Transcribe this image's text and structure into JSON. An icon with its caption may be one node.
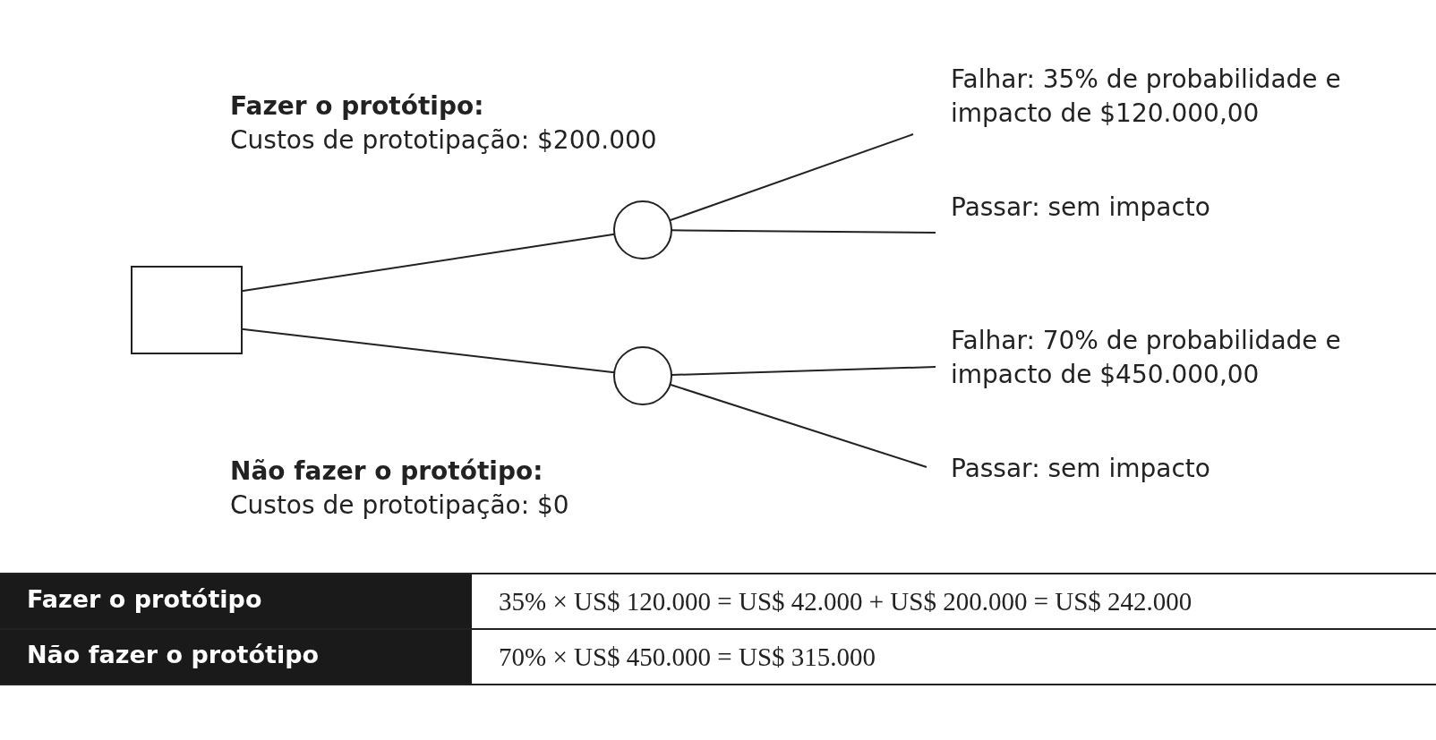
{
  "diagram": {
    "nodes": [
      {
        "text": [],
        "shape": "box"
      },
      {
        "text": [],
        "shape": "circle"
      },
      {
        "text": [],
        "shape": "circle"
      },
      {
        "text": [
          "Falhar: 35% de probabilidade e impacto de $120.000,00"
        ]
      },
      {
        "text": [
          "Passar: sem impacto"
        ]
      },
      {
        "text": [
          "Falhar: 70% de probabilidade e impacto de $450.000,00"
        ]
      },
      {
        "text": [
          "Passar: sem impacto"
        ]
      }
    ],
    "edges": [
      {
        "from": 0,
        "to": 1,
        "arrow": "none",
        "label": "**Fazer o protótipo:** Custos de prototipação: $200.000"
      },
      {
        "from": 0,
        "to": 2,
        "arrow": "none",
        "label": "**Não fazer o protótipo:** Custos de prototipação: $0"
      },
      {
        "from": 1,
        "to": 3,
        "arrow": "none"
      },
      {
        "from": 1,
        "to": 4,
        "arrow": "none"
      },
      {
        "from": 2,
        "to": 5,
        "arrow": "none"
      },
      {
        "from": 2,
        "to": 6,
        "arrow": "none"
      }
    ],
    "labels": [
      "Fazer o protótipo",
      "35% × US$ 120.000 = US$ 42.000 + US$ 200.000 = US$ 242.000",
      "Não fazer o protótipo",
      "70% × US$ 450.000 = US$ 315.000"
    ]
  }
}
